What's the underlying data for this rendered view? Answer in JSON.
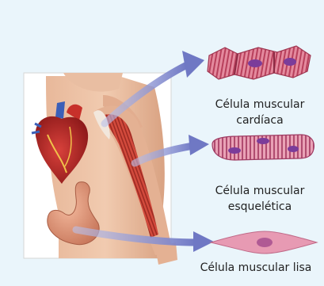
{
  "labels": {
    "cardiac_line1": "Célula muscular",
    "cardiac_line2": "cardíaca",
    "skeletal_line1": "Célula muscular",
    "skeletal_line2": "esquelética",
    "smooth": "Célula muscular lisa"
  },
  "colors": {
    "background": "#eaf5fb",
    "arrow": "#7f86cc",
    "cardiac_cell": "#d9607a",
    "skeletal_cell": "#c8688a",
    "smooth_cell": "#e79ab3",
    "nucleus": "#7b3c9a"
  }
}
